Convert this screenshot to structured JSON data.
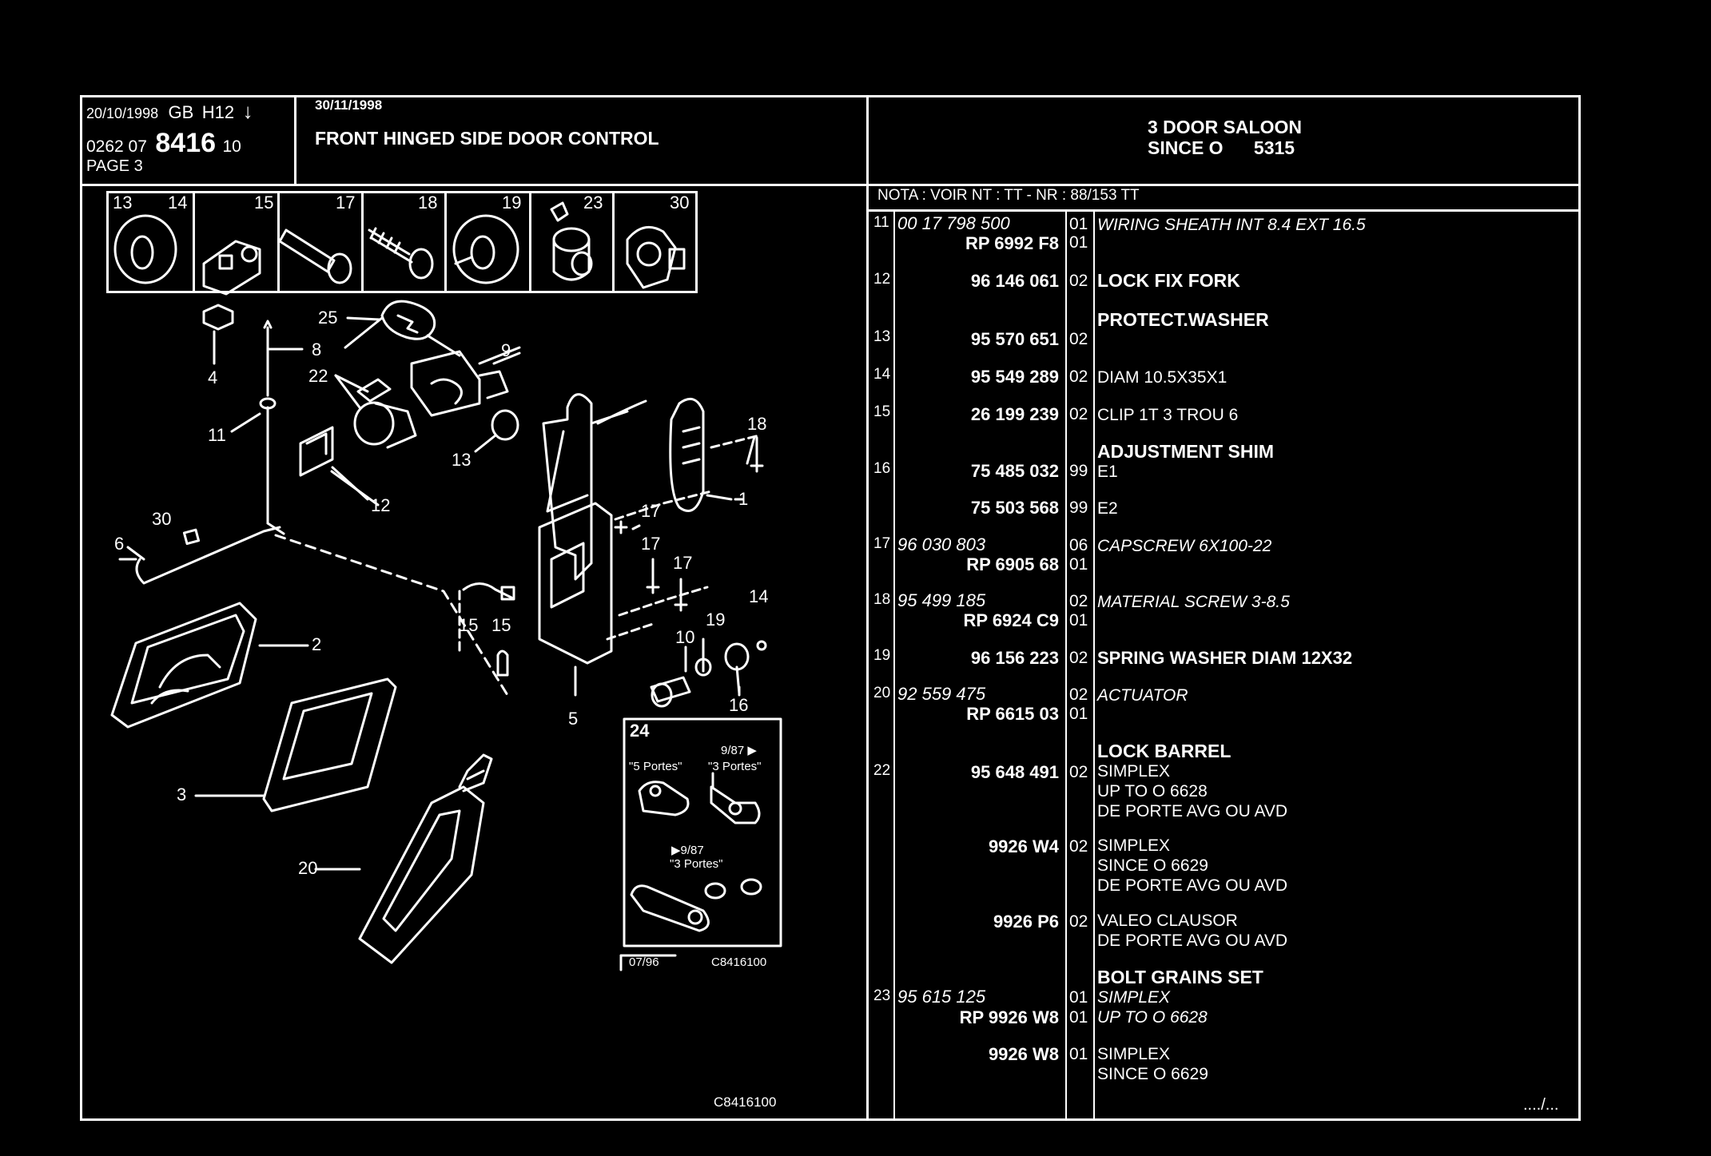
{
  "header": {
    "date": "20/10/1998",
    "lang": "GB",
    "code": "H12",
    "arrow": "↓",
    "ref_prefix": "0262 07",
    "ref_main": "8416",
    "ref_suffix": "10",
    "page": "PAGE 3",
    "date2": "30/11/1998",
    "title": "FRONT HINGED SIDE DOOR CONTROL",
    "model_line1": "3 DOOR SALOON",
    "model_line2": "SINCE O      5315"
  },
  "nota": "NOTA : VOIR NT : TT - NR : 88/153 TT",
  "thumbnails": [
    "13",
    "14",
    "15",
    "17",
    "18",
    "19",
    "23",
    "30"
  ],
  "inset": {
    "number": "24",
    "label_a": "9/87 ▶",
    "label_b": "\"5 Portes\"",
    "label_c": "\"3 Portes\"",
    "label_d": "▶9/87",
    "label_e": "\"3 Portes\"",
    "footer_left": "07/96",
    "footer_right": "C8416100"
  },
  "callouts": [
    "25",
    "8",
    "9",
    "4",
    "22",
    "11",
    "13",
    "18",
    "12",
    "17",
    "30",
    "17",
    "6",
    "17",
    "15",
    "15",
    "10",
    "19",
    "14",
    "2",
    "16",
    "5",
    "3",
    "20",
    "1"
  ],
  "diagram_code": "C8416100",
  "continuation": "..../...",
  "parts": [
    {
      "item": "11",
      "ref": "00 17 798 500",
      "qty": "01",
      "desc": "WIRING SHEATH INT 8.4 EXT 16.5"
    },
    {
      "item": "",
      "ref": "RP  6992 F8",
      "qty": "01",
      "desc": ""
    },
    {
      "item": "12",
      "ref": "96 146 061",
      "qty": "02",
      "desc": "LOCK FIX FORK"
    },
    {
      "item": "",
      "ref": "",
      "qty": "",
      "desc": "PROTECT.WASHER"
    },
    {
      "item": "13",
      "ref": "95 570 651",
      "qty": "02",
      "desc": ""
    },
    {
      "item": "14",
      "ref": "95 549 289",
      "qty": "02",
      "desc": "DIAM 10.5X35X1"
    },
    {
      "item": "15",
      "ref": "26 199 239",
      "qty": "02",
      "desc": "CLIP 1T 3 TROU 6"
    },
    {
      "item": "",
      "ref": "",
      "qty": "",
      "desc": "ADJUSTMENT SHIM"
    },
    {
      "item": "16",
      "ref": "75 485 032",
      "qty": "99",
      "desc": "E1"
    },
    {
      "item": "",
      "ref": "75 503 568",
      "qty": "99",
      "desc": "E2"
    },
    {
      "item": "17",
      "ref": "96 030 803",
      "qty": "06",
      "desc": "CAPSCREW 6X100-22"
    },
    {
      "item": "",
      "ref": "RP  6905 68",
      "qty": "01",
      "desc": ""
    },
    {
      "item": "18",
      "ref": "95 499 185",
      "qty": "02",
      "desc": "MATERIAL SCREW 3-8.5"
    },
    {
      "item": "",
      "ref": "RP  6924 C9",
      "qty": "01",
      "desc": ""
    },
    {
      "item": "19",
      "ref": "96 156 223",
      "qty": "02",
      "desc": "SPRING WASHER DIAM 12X32"
    },
    {
      "item": "20",
      "ref": "92 559 475",
      "qty": "02",
      "desc": "ACTUATOR"
    },
    {
      "item": "",
      "ref": "RP  6615 03",
      "qty": "01",
      "desc": ""
    },
    {
      "item": "",
      "ref": "",
      "qty": "",
      "desc": "LOCK BARREL"
    },
    {
      "item": "22",
      "ref": "95 648 491",
      "qty": "02",
      "desc": "SIMPLEX\nUP TO O 6628\nDE PORTE AVG OU AVD"
    },
    {
      "item": "",
      "ref": "9926 W4",
      "qty": "02",
      "desc": "SIMPLEX\nSINCE O 6629\nDE PORTE AVG OU AVD"
    },
    {
      "item": "",
      "ref": "9926 P6",
      "qty": "02",
      "desc": "VALEO CLAUSOR\nDE PORTE AVG OU AVD"
    },
    {
      "item": "",
      "ref": "",
      "qty": "",
      "desc": "BOLT GRAINS SET"
    },
    {
      "item": "23",
      "ref": "95 615 125",
      "qty": "01",
      "desc": "SIMPLEX"
    },
    {
      "item": "",
      "ref": "RP  9926 W8",
      "qty": "01",
      "desc": "UP TO O 6628"
    },
    {
      "item": "",
      "ref": "9926 W8",
      "qty": "01",
      "desc": "SIMPLEX\nSINCE O 6629"
    }
  ]
}
